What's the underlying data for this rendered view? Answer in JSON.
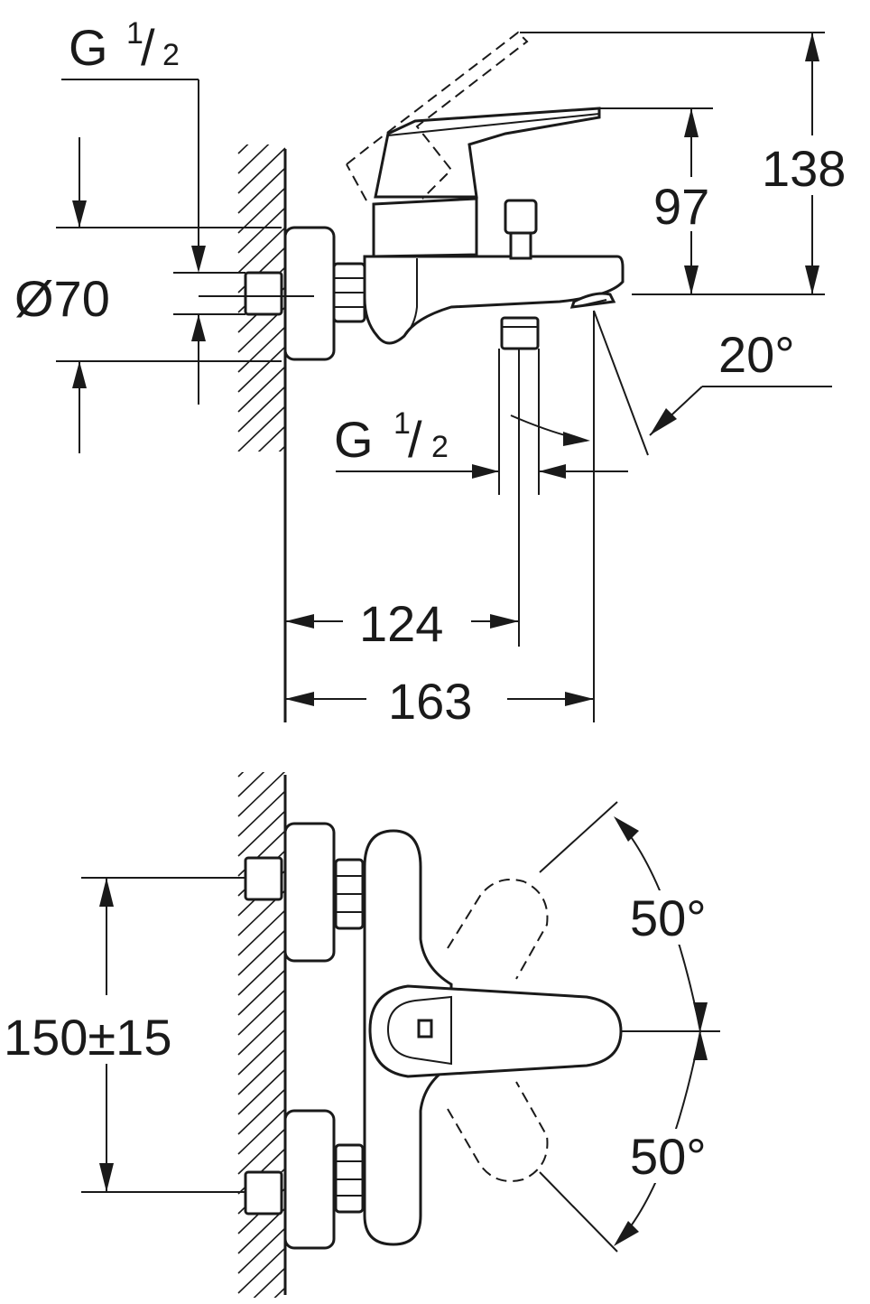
{
  "drawing": {
    "side_view": {
      "inlet_thread_top": {
        "main": "G",
        "num": "1",
        "den": "2"
      },
      "diameter": "Ø70",
      "height_total": "138",
      "height_spout": "97",
      "spout_angle": "20°",
      "outlet_thread": {
        "main": "G",
        "num": "1",
        "den": "2"
      },
      "depth_outlet": "124",
      "depth_total": "163"
    },
    "front_view": {
      "center_distance": "150±15",
      "lever_angle_up": "50°",
      "lever_angle_down": "50°"
    }
  }
}
